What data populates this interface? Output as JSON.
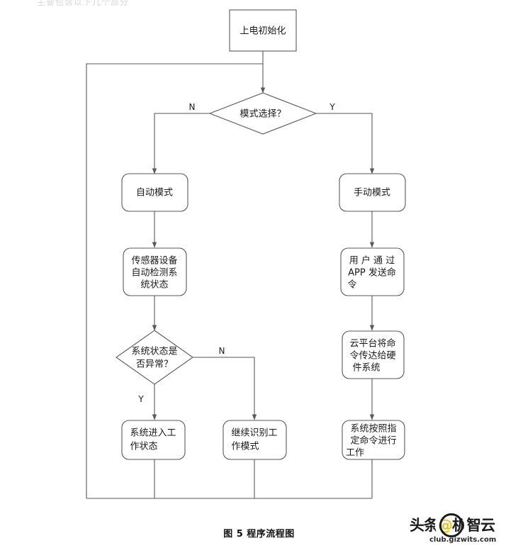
{
  "page": {
    "top_clipped_heading": "主要包含以下几个部分",
    "caption": "图 5  程序流程图",
    "background_color": "#ffffff",
    "stroke_color": "#59595e",
    "text_color": "#1a1a1a"
  },
  "watermark": {
    "brand_left": "头条",
    "brand_at": "@",
    "brand_right": "机智云",
    "url": "club.gizwits.com",
    "accent_color": "#e8c21c"
  },
  "flowchart": {
    "type": "flowchart",
    "title": "程序流程图",
    "nodes": {
      "start": {
        "id": "start",
        "shape": "rectangle",
        "label": "上电初始化",
        "lines": [
          "上电初始化"
        ]
      },
      "decision_mode": {
        "id": "decision_mode",
        "shape": "diamond",
        "label": "模式选择？",
        "lines": [
          "模式选择？"
        ]
      },
      "auto_mode": {
        "id": "auto_mode",
        "shape": "rounded-rectangle",
        "label": "自动模式",
        "lines": [
          "自动模式"
        ]
      },
      "manual_mode": {
        "id": "manual_mode",
        "shape": "rounded-rectangle",
        "label": "手动模式",
        "lines": [
          "手动模式"
        ]
      },
      "sensor_detect": {
        "id": "sensor_detect",
        "shape": "rounded-rectangle",
        "label": "传感器设备自动检测系统状态",
        "lines": [
          "传感器设备",
          "自动检测系",
          "统状态"
        ]
      },
      "user_app_cmd": {
        "id": "user_app_cmd",
        "shape": "rounded-rectangle",
        "label": "用户通过APP发送命令",
        "lines": [
          "用 户 通 过",
          "APP 发送命",
          "令"
        ]
      },
      "decision_abnormal": {
        "id": "decision_abnormal",
        "shape": "diamond",
        "label": "系统状态是否异常？",
        "lines": [
          "系统状态是",
          "否异常？"
        ]
      },
      "cloud_relay": {
        "id": "cloud_relay",
        "shape": "rounded-rectangle",
        "label": "云平台将命令传达给硬件系统",
        "lines": [
          "云平台将命",
          "令传达给硬",
          "件系统"
        ]
      },
      "system_working": {
        "id": "system_working",
        "shape": "rounded-rectangle",
        "label": "系统进入工作状态",
        "lines": [
          "系统进入工",
          "作状态"
        ]
      },
      "continue_identify": {
        "id": "continue_identify",
        "shape": "rounded-rectangle",
        "label": "继续识别工作模式",
        "lines": [
          "继续识别工",
          "作模式"
        ]
      },
      "work_by_cmd": {
        "id": "work_by_cmd",
        "shape": "rounded-rectangle",
        "label": "系统按照指定命令进行工作",
        "lines": [
          "系统按照指",
          "定命令进行",
          "工作"
        ]
      }
    },
    "edge_labels": {
      "mode_no": "N",
      "mode_yes": "Y",
      "abnormal_no": "N",
      "abnormal_yes": "Y"
    },
    "edges": [
      {
        "from": "start",
        "to": "decision_mode",
        "label": ""
      },
      {
        "from": "decision_mode",
        "to": "auto_mode",
        "label": "N"
      },
      {
        "from": "decision_mode",
        "to": "manual_mode",
        "label": "Y"
      },
      {
        "from": "auto_mode",
        "to": "sensor_detect",
        "label": ""
      },
      {
        "from": "manual_mode",
        "to": "user_app_cmd",
        "label": ""
      },
      {
        "from": "sensor_detect",
        "to": "decision_abnormal",
        "label": ""
      },
      {
        "from": "user_app_cmd",
        "to": "cloud_relay",
        "label": ""
      },
      {
        "from": "decision_abnormal",
        "to": "system_working",
        "label": "Y"
      },
      {
        "from": "decision_abnormal",
        "to": "continue_identify",
        "label": "N"
      },
      {
        "from": "cloud_relay",
        "to": "work_by_cmd",
        "label": ""
      },
      {
        "from": "system_working",
        "to": "decision_mode",
        "label": ""
      },
      {
        "from": "continue_identify",
        "to": "decision_mode",
        "label": ""
      },
      {
        "from": "work_by_cmd",
        "to": "decision_mode",
        "label": ""
      }
    ]
  }
}
